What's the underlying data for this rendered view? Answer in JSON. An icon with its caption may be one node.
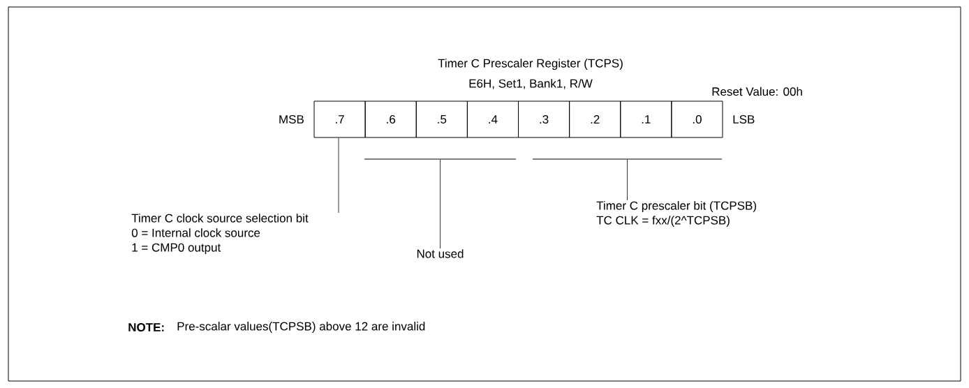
{
  "diagram": {
    "nodes": [
      {
        "text": [
          ".7"
        ]
      },
      {
        "text": [
          ".6"
        ]
      },
      {
        "text": [
          ".5"
        ]
      },
      {
        "text": [
          ".4"
        ]
      },
      {
        "text": [
          ".3"
        ]
      },
      {
        "text": [
          ".2"
        ]
      },
      {
        "text": [
          ".1"
        ]
      },
      {
        "text": [
          ".0"
        ]
      },
      {
        "text": [
          "Timer C clock source selection bit",
          "0 = Internal clock source",
          "1 = CMP0 output"
        ]
      },
      {
        "text": [
          "Not used"
        ]
      },
      {
        "text": [
          "Timer C prescaler bit (TCPSB)",
          "TC CLK = fxx/(2^TCPSB)"
        ]
      },
      {
        "text": [],
        "shape": "bar"
      },
      {
        "text": [],
        "shape": "bar"
      }
    ],
    "edges": [
      {
        "from": 8,
        "to": 0,
        "arrow": "none"
      },
      {
        "from": 9,
        "to": 11,
        "arrow": "none"
      },
      {
        "from": 10,
        "to": 12,
        "arrow": "none"
      }
    ],
    "labels": [
      "Timer C Prescaler Register (TCPS)",
      "E6H, Set1, Bank1, R/W",
      "Reset Value: 00h",
      "MSB",
      "LSB",
      "NOTE:",
      "Pre-scalar values(TCPSB) above 12 are invalid"
    ]
  }
}
